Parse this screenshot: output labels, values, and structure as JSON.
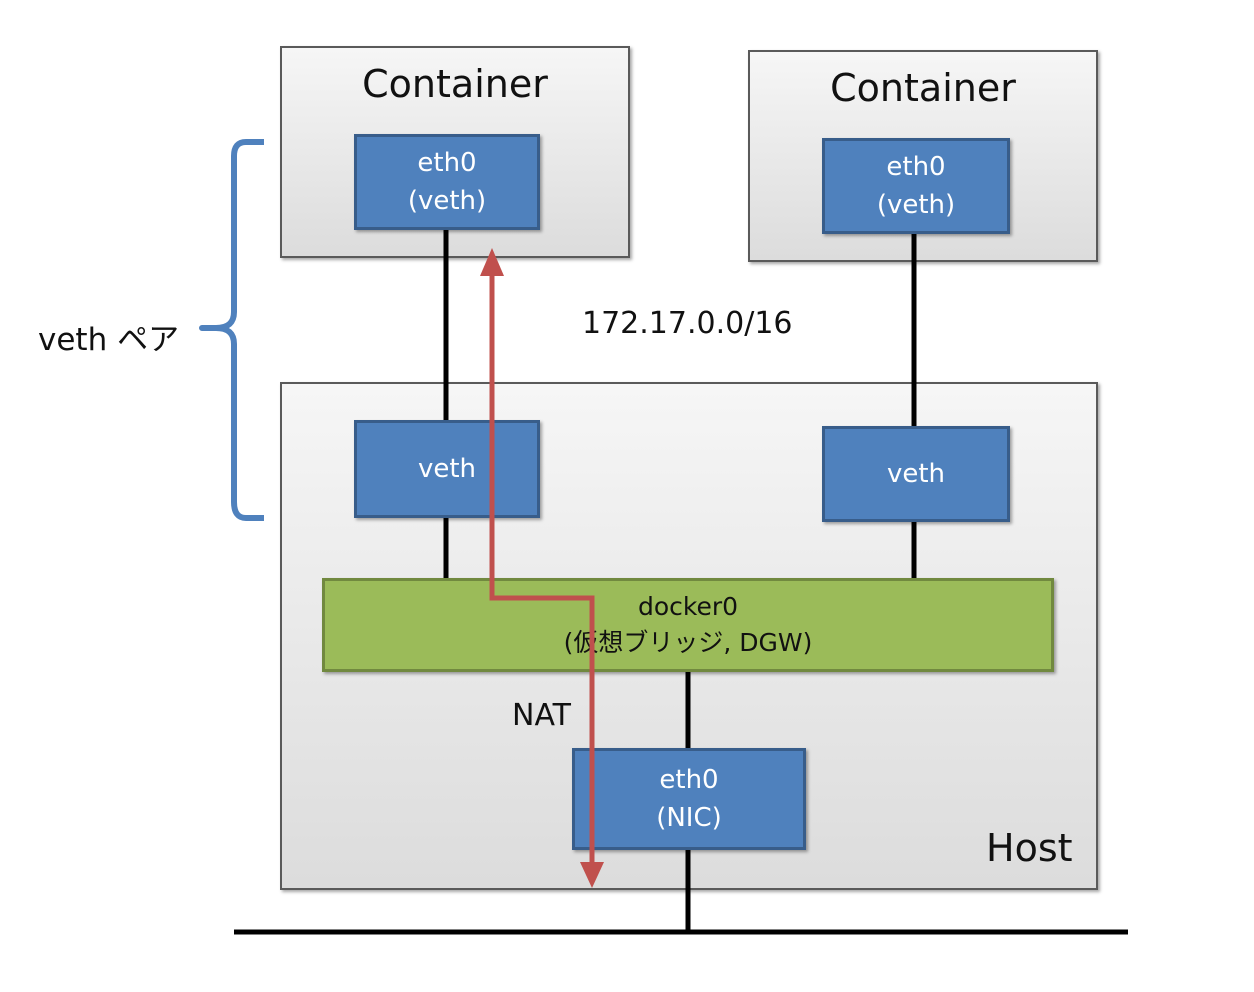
{
  "left_container": {
    "title": "Container",
    "eth0": {
      "line1": "eth0",
      "line2": "(veth)"
    }
  },
  "right_container": {
    "title": "Container",
    "eth0": {
      "line1": "eth0",
      "line2": "(veth)"
    }
  },
  "host": {
    "label": "Host",
    "left_veth": "veth",
    "right_veth": "veth",
    "bridge": {
      "line1": "docker0",
      "line2": "(仮想ブリッジ, DGW)"
    },
    "nic": {
      "line1": "eth0",
      "line2": "(NIC)"
    }
  },
  "labels": {
    "subnet": "172.17.0.0/16",
    "veth_pair": "veth ペア",
    "nat": "NAT"
  },
  "colors": {
    "interface_blue": "#4f81bd",
    "bridge_green": "#9bbb59",
    "arrow_red": "#c0504d",
    "bracket_blue": "#4f81bd"
  }
}
